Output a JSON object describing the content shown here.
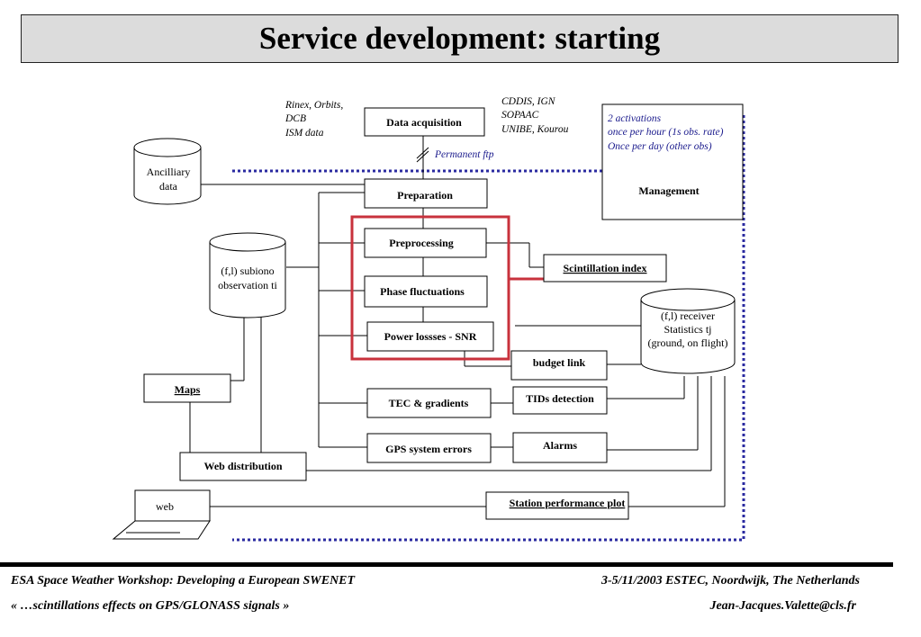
{
  "title": "Service development: starting",
  "diagram": {
    "sources_left": [
      "Rinex, Orbits,",
      "DCB",
      "ISM data"
    ],
    "sources_right": [
      "CDDIS, IGN",
      "SOPAAC",
      "UNIBE, Kourou"
    ],
    "data_acquisition": "Data acquisition",
    "permanent_ftp": "Permanent ftp",
    "management_notes": [
      "2 activations",
      "once per hour (1s obs. rate)",
      "Once per day (other obs)"
    ],
    "management": "Management",
    "ancillary": [
      "Ancilliary",
      "data"
    ],
    "preparation": "Preparation",
    "preprocessing": "Preprocessing",
    "phase_fluctuations": "Phase fluctuations",
    "power_losses": "Power lossses  - SNR",
    "scintillation_index": "Scintillation index",
    "subiono": [
      "(f,l) subiono",
      "observation ti"
    ],
    "receiver": [
      "(f,l) receiver",
      "Statistics tj",
      "(ground, on flight)"
    ],
    "budget_link": "budget link",
    "maps": "Maps",
    "tec_gradients": "TEC & gradients",
    "tids_detection": "TIDs detection",
    "gps_system_errors": "GPS system errors",
    "alarms": "Alarms",
    "web_distribution": "Web distribution",
    "web": "web",
    "station_performance": "Station performance plot",
    "colors": {
      "highlight": "#c8323c",
      "boundary": "#2a2aa0",
      "notes": "#1a1a8c"
    }
  },
  "footer": {
    "left_top": "ESA Space Weather Workshop: Developing a European SWENET",
    "right_top": "3-5/11/2003 ESTEC, Noordwijk, The Netherlands",
    "left_bottom": "« …scintillations effects on GPS/GLONASS signals »",
    "right_bottom": "Jean-Jacques.Valette@cls.fr"
  }
}
